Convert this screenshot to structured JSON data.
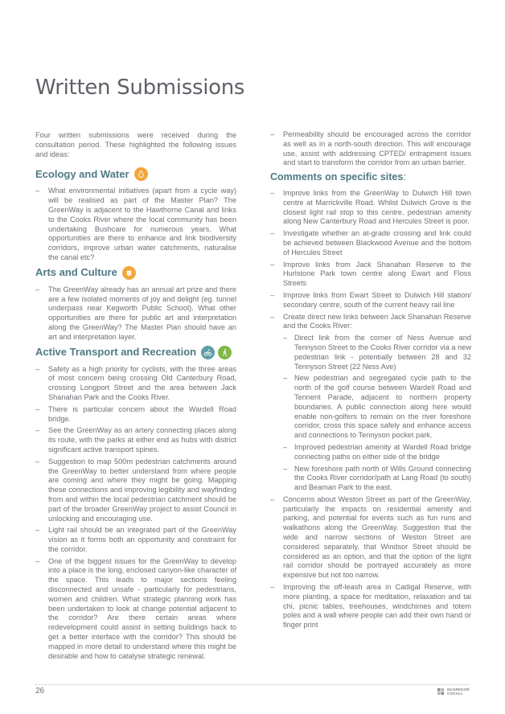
{
  "page_title": "Written Submissions",
  "intro": "Four written submissions were received during the consultation period. These highlighted the following issues and ideas:",
  "sections": {
    "ecology": {
      "heading": "Ecology and Water",
      "items": [
        "What environmental initiatives (apart from a cycle way) will be realised as part of the Master Plan? The GreenWay is adjacent to the Hawthorne Canal and links to the Cooks River where the local community has been undertaking Bushcare for numerous years. What opportunities are there to enhance and link biodiversity corridors, improve urban water catchments, naturalise the canal etc?"
      ]
    },
    "arts": {
      "heading": "Arts and Culture",
      "items": [
        "The GreenWay already has an annual art prize and there are a few isolated moments of joy and delight (eg. tunnel underpass near Kegworth Public School). What other opportunities are there for public art and interpretation along the GreenWay? The Master Plan should have an art and interpretation layer."
      ]
    },
    "transport": {
      "heading": "Active Transport and Recreation",
      "items": [
        "Safety as a high priority for cyclists, with the three areas of most concern being crossing Old Canterbury Road, crossing Longport Street and the area between Jack Shanahan Park and the Cooks River.",
        "There is particular concern about the Wardell Road bridge.",
        "See the GreenWay as an artery connecting places along its route, with the parks at either end as hubs with district significant active transport spines.",
        "Suggestion to map 500m pedestrian catchments around the GreenWay to better understand from where people are coming and where they might be going. Mapping these connections and improving legibility and wayfinding from and within the local pedestrian catchment should be part of the broader GreenWay project to assist Council in unlocking and encouraging use.",
        "Light rail should be an integrated part of the GreenWay vision as it forms both an opportunity and constraint for the corridor.",
        "One of the biggest issues for the GreenWay to develop into a place is the long, enclosed canyon-like character of the space. This leads to major sections feeling disconnected and unsafe - particularly for pedestrians, women and children.  What strategic planning work has been undertaken to look at change potential adjacent to the corridor? Are there certain areas where redevelopment could assist in setting buildings back to get a better interface with the corridor? This should be mapped in more detail to understand where this might be desirable and how to catalyse strategic renewal."
      ],
      "continued_item": "Permeability should be encouraged across the corridor as well as in a north-south direction. This will encourage use, assist with addressing CPTED/ entrapment issues and start to transform the corridor from an urban barrier."
    },
    "specific": {
      "heading": "Comments on specific sites",
      "heading_suffix": ":",
      "items": [
        "Improve links from the GreenWay to Dulwich Hill town centre at Marrickville Road. Whilst Dulwich Grove is the closest light rail stop to this centre, pedestrian amenity along New Canterbury Road and Hercules Street is poor.",
        "Investigate whether an at-grade crossing and link could be achieved between Blackwood Avenue and the bottom of Hercules Street",
        "Improve links from Jack Shanahan Reserve to the Hurlstone Park town centre along Ewart and Floss Streets",
        "Improve links from Ewart Street to Dulwich Hill station/ secondary centre, south of the current heavy rail line",
        "Create direct new links between Jack Shanahan Reserve and the Cooks River:"
      ],
      "sub_items": [
        "Direct link from the corner of Ness Avenue and Tennyson Street to the Cooks River corridor via a new pedestrian link - potentially between 28 and 32 Tennyson Street (22 Ness Ave)",
        "New pedestrian and segregated cycle path to the north of the golf course between Wardell Road and Tennent Parade, adjacent to northern property boundaries. A public connection along here would enable non-golfers to remain on the river foreshore corridor, cross this space safely and enhance access and connections to Tennyson pocket park.",
        "Improved pedestrian amenity at Wardell Road bridge connecting paths on either side of the bridge",
        "New foreshore path north of Wills Ground connecting the Cooks River corridor/path at Lang Road (to south) and Beaman Park to the east."
      ],
      "items_after": [
        "Concerns about Weston Street as part of the GreenWay, particularly the impacts on residential amenity and parking, and potential for events such as fun runs and walkathons along the GreenWay. Suggestion that the wide and narrow sections of Weston Street are considered separately, that Windsor Street should be considered as an option, and that the option of the light rail corridor should be portrayed accurately as more expensive but not too narrow.",
        "Improving the off-leash area in Cadigal Reserve, with more planting, a space for meditation, relaxation and tai chi, picnic tables, treehouses, windchimes and totem poles and a wall where people can add their own hand or finger print"
      ]
    }
  },
  "footer": {
    "page_number": "26",
    "logo_line1": "McGREGOR",
    "logo_line2": "COXALL"
  },
  "colors": {
    "heading": "#4f7a84",
    "body_text": "#6b6e74",
    "icon_orange": "#f2a73b",
    "icon_teal": "#5f9ea7",
    "icon_green": "#7fb843"
  },
  "icons": {
    "ecology": "water-drop-icon",
    "arts": "theatre-icon",
    "transport_1": "cyclist-icon",
    "transport_2": "walker-icon",
    "logo": "mcgregor-coxall-logo"
  }
}
